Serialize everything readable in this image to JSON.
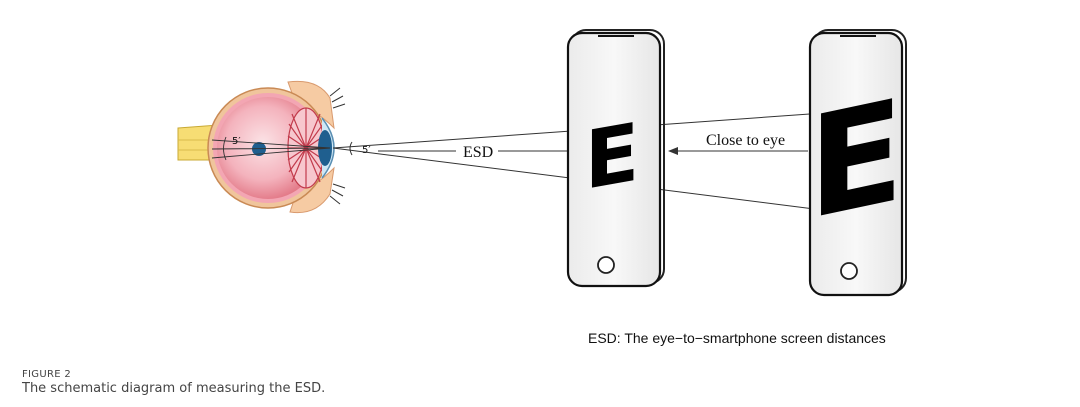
{
  "diagram": {
    "eye_angle_label": "5′",
    "vertex_angle_label": "5′",
    "esd_label": "ESD",
    "close_label": "Close to eye",
    "optotype_letter": "E",
    "note": "ESD: The eye−to−smartphone screen distances"
  },
  "figure": {
    "label": "FIGURE 2",
    "caption": "The schematic diagram of measuring the ESD."
  }
}
